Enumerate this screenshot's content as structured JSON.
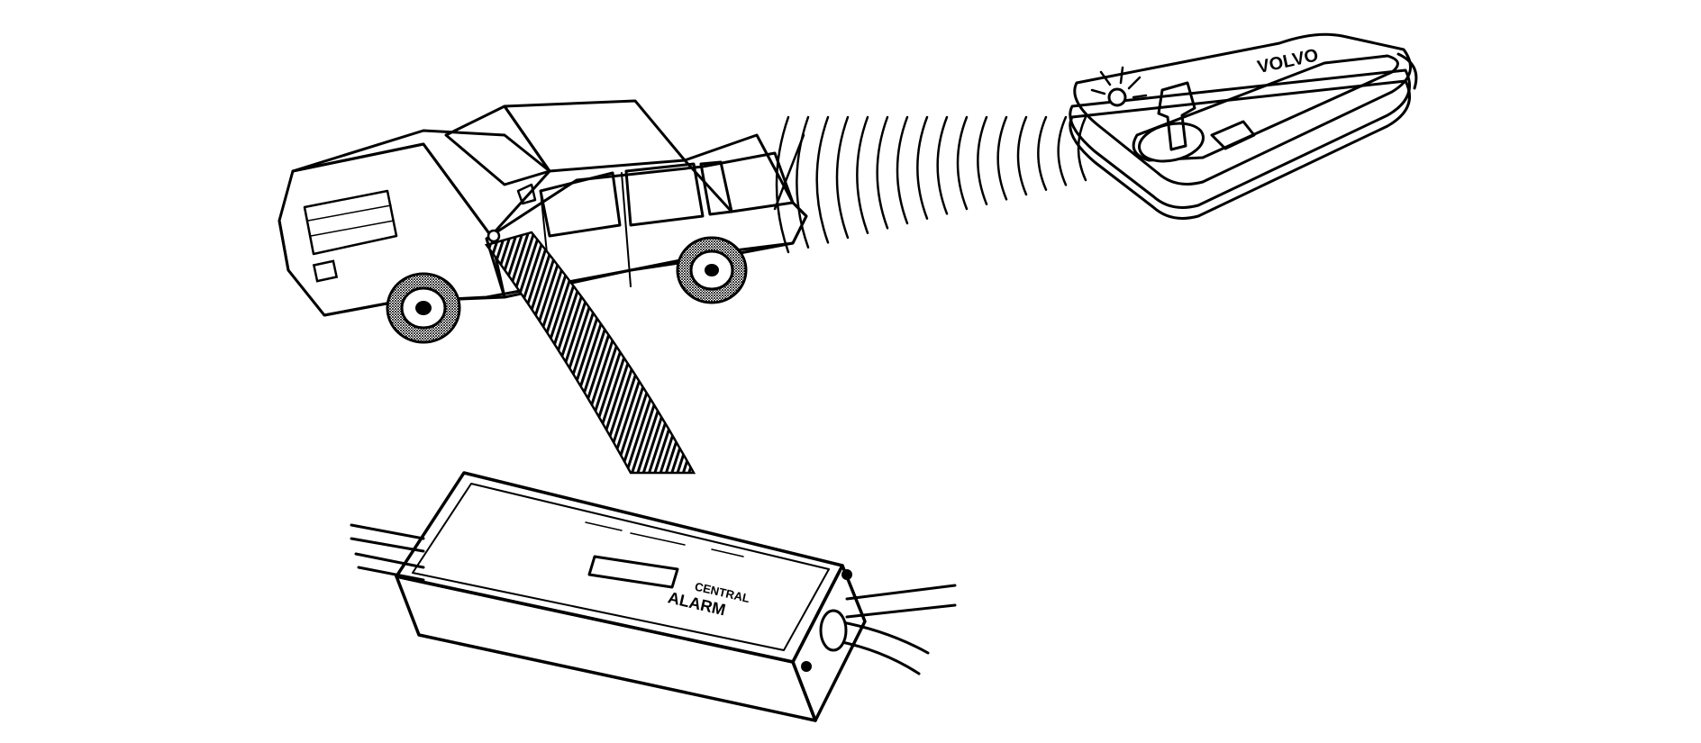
{
  "figure": {
    "colors": {
      "ink": "#000000",
      "paper": "#ffffff",
      "tone": "#bdbdbd",
      "tone_dark": "#8a8a8a"
    },
    "icons": [
      "car-icon",
      "remote-key-fob-icon",
      "receiver-control-unit-icon",
      "radio-signal-waves-icon",
      "led-flash-icon"
    ],
    "fob": {
      "brand": "VOLVO"
    },
    "control_unit": {
      "label": "ALARM",
      "sublabel": "CENTRAL"
    },
    "signal": {
      "wave_count": 16
    }
  }
}
